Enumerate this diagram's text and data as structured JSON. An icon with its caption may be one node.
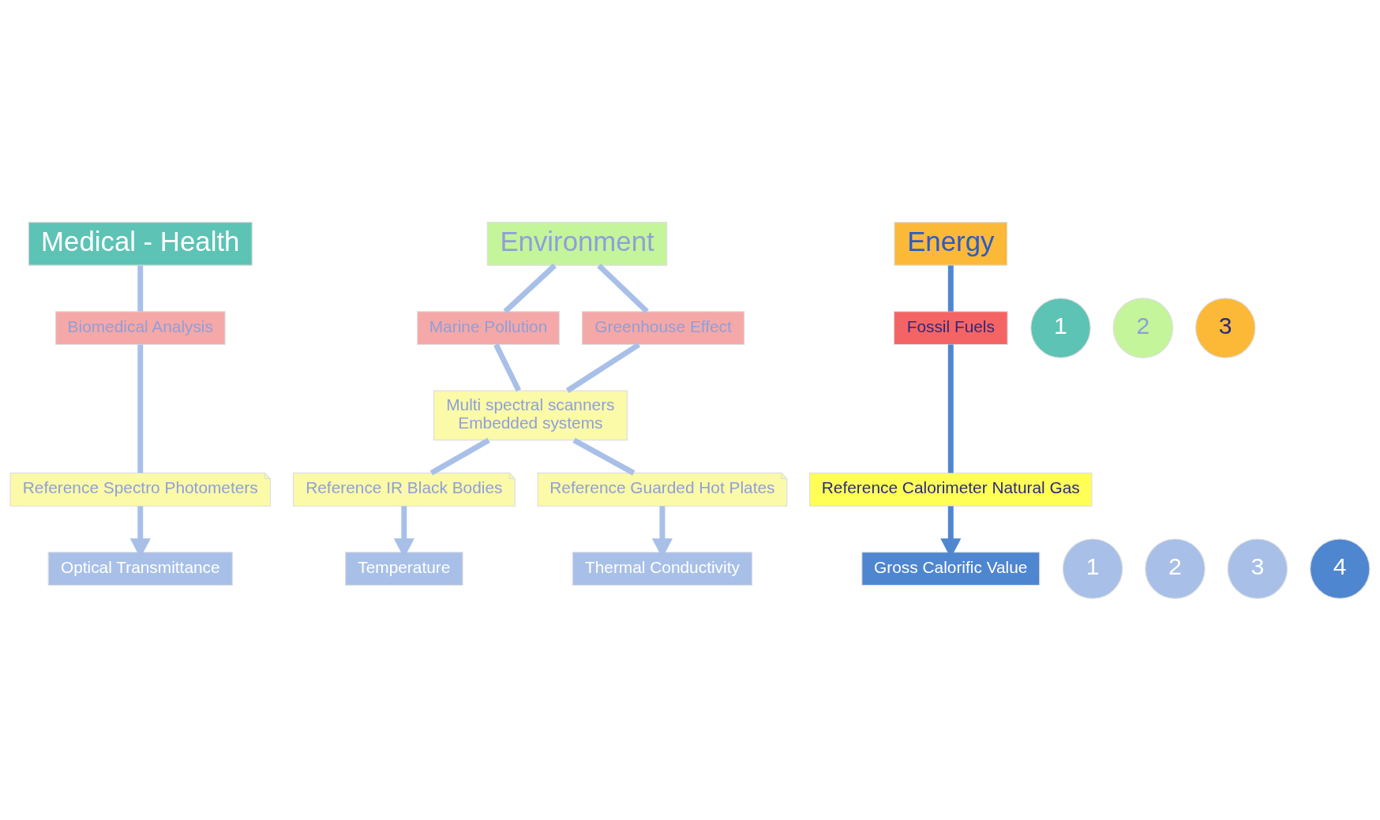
{
  "diagram": {
    "nodes": [
      {
        "text": [
          "Medical - Health"
        ]
      },
      {
        "text": [
          "Environment"
        ]
      },
      {
        "text": [
          "Energy"
        ]
      },
      {
        "text": [
          "1"
        ]
      },
      {
        "text": [
          "2"
        ]
      },
      {
        "text": [
          "3"
        ]
      },
      {
        "text": [
          "Biomedical Analysis"
        ]
      },
      {
        "text": [
          "Marine Pollution"
        ]
      },
      {
        "text": [
          "Greenhouse Effect"
        ]
      },
      {
        "text": [
          "Fossil Fuels"
        ]
      },
      {
        "text": [
          "Multi spectral scanners",
          "Embedded systems"
        ]
      },
      {
        "text": [
          "Reference Spectro Photometers"
        ]
      },
      {
        "text": [
          "Reference IR Black Bodies"
        ]
      },
      {
        "text": [
          "Reference Guarded Hot Plates"
        ]
      },
      {
        "text": [
          "Reference Calorimeter Natural Gas"
        ]
      },
      {
        "text": [
          "1"
        ]
      },
      {
        "text": [
          "2"
        ]
      },
      {
        "text": [
          "3"
        ]
      },
      {
        "text": [
          "4"
        ]
      },
      {
        "text": [
          "Optical Transmittance"
        ]
      },
      {
        "text": [
          "Temperature"
        ]
      },
      {
        "text": [
          "Thermal Conductivity"
        ]
      },
      {
        "text": [
          "Gross Calorific Value"
        ]
      }
    ],
    "edges": [
      {
        "from": 0,
        "to": 6,
        "arrow": "none"
      },
      {
        "from": 6,
        "to": 11,
        "arrow": "none"
      },
      {
        "from": 11,
        "to": 19,
        "arrow": "to"
      },
      {
        "from": 1,
        "to": 7,
        "arrow": "none"
      },
      {
        "from": 7,
        "to": 10,
        "arrow": "none"
      },
      {
        "from": 10,
        "to": 12,
        "arrow": "none"
      },
      {
        "from": 12,
        "to": 20,
        "arrow": "to"
      },
      {
        "from": 1,
        "to": 8,
        "arrow": "none"
      },
      {
        "from": 8,
        "to": 10,
        "arrow": "none"
      },
      {
        "from": 10,
        "to": 13,
        "arrow": "none"
      },
      {
        "from": 13,
        "to": 21,
        "arrow": "to"
      },
      {
        "from": 2,
        "to": 9,
        "arrow": "none",
        "color": "#4f86d0"
      },
      {
        "from": 9,
        "to": 14,
        "arrow": "none",
        "color": "#4f86d0"
      },
      {
        "from": 14,
        "to": 22,
        "arrow": "to",
        "color": "#4f86d0"
      }
    ]
  }
}
